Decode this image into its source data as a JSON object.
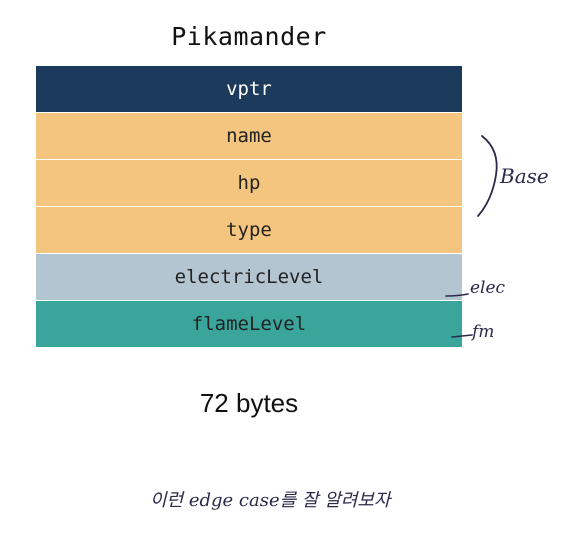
{
  "title": "Pikamander",
  "fields": [
    {
      "label": "vptr",
      "group": "vptr"
    },
    {
      "label": "name",
      "group": "base"
    },
    {
      "label": "hp",
      "group": "base"
    },
    {
      "label": "type",
      "group": "base"
    },
    {
      "label": "electricLevel",
      "group": "elec"
    },
    {
      "label": "flameLevel",
      "group": "flame"
    }
  ],
  "size_label": "72 bytes",
  "annotations": {
    "base": "Base",
    "elec": "elec",
    "flame": "fm",
    "bottom": "이런 edge case를 잘 알려보자"
  },
  "colors": {
    "vptr": "#1b3a5c",
    "base": "#f4c57e",
    "elec": "#b4c5d2",
    "flame": "#39a59b"
  }
}
